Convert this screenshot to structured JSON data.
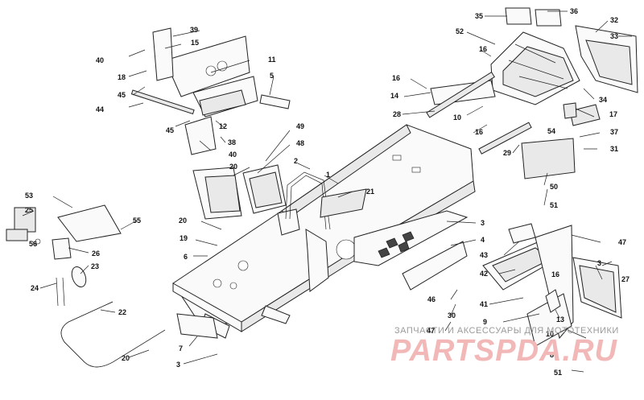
{
  "watermark": {
    "caption": "ЗАПЧАСТИ И АКСЕССУАРЫ ДЛЯ МОТОТЕХНИКИ",
    "brand": "PARTSPDA.RU"
  },
  "callouts": [
    {
      "id": "c1",
      "text": "1"
    },
    {
      "id": "c2",
      "text": "2"
    },
    {
      "id": "c3a",
      "text": "3"
    },
    {
      "id": "c3b",
      "text": "3"
    },
    {
      "id": "c3c",
      "text": "3"
    },
    {
      "id": "c4",
      "text": "4"
    },
    {
      "id": "c5",
      "text": "5"
    },
    {
      "id": "c6",
      "text": "6"
    },
    {
      "id": "c7",
      "text": "7"
    },
    {
      "id": "c8",
      "text": "8"
    },
    {
      "id": "c9",
      "text": "9"
    },
    {
      "id": "c10a",
      "text": "10"
    },
    {
      "id": "c10b",
      "text": "10"
    },
    {
      "id": "c11",
      "text": "11"
    },
    {
      "id": "c12",
      "text": "12"
    },
    {
      "id": "c13",
      "text": "13"
    },
    {
      "id": "c14",
      "text": "14"
    },
    {
      "id": "c15",
      "text": "15"
    },
    {
      "id": "c16a",
      "text": "16"
    },
    {
      "id": "c16b",
      "text": "16"
    },
    {
      "id": "c16c",
      "text": "16"
    },
    {
      "id": "c16d",
      "text": "16"
    },
    {
      "id": "c17",
      "text": "17"
    },
    {
      "id": "c18",
      "text": "18"
    },
    {
      "id": "c19",
      "text": "19"
    },
    {
      "id": "c20a",
      "text": "20"
    },
    {
      "id": "c20b",
      "text": "20"
    },
    {
      "id": "c20c",
      "text": "20"
    },
    {
      "id": "c21",
      "text": "21"
    },
    {
      "id": "c22",
      "text": "22"
    },
    {
      "id": "c23",
      "text": "23"
    },
    {
      "id": "c24",
      "text": "24"
    },
    {
      "id": "c25",
      "text": "25"
    },
    {
      "id": "c26",
      "text": "26"
    },
    {
      "id": "c27",
      "text": "27"
    },
    {
      "id": "c28",
      "text": "28"
    },
    {
      "id": "c29",
      "text": "29"
    },
    {
      "id": "c30",
      "text": "30"
    },
    {
      "id": "c31",
      "text": "31"
    },
    {
      "id": "c32",
      "text": "32"
    },
    {
      "id": "c33",
      "text": "33"
    },
    {
      "id": "c34",
      "text": "34"
    },
    {
      "id": "c35",
      "text": "35"
    },
    {
      "id": "c36",
      "text": "36"
    },
    {
      "id": "c37",
      "text": "37"
    },
    {
      "id": "c38",
      "text": "38"
    },
    {
      "id": "c39",
      "text": "39"
    },
    {
      "id": "c40a",
      "text": "40"
    },
    {
      "id": "c40b",
      "text": "40"
    },
    {
      "id": "c41",
      "text": "41"
    },
    {
      "id": "c42",
      "text": "42"
    },
    {
      "id": "c43",
      "text": "43"
    },
    {
      "id": "c44",
      "text": "44"
    },
    {
      "id": "c45a",
      "text": "45"
    },
    {
      "id": "c45b",
      "text": "45"
    },
    {
      "id": "c46",
      "text": "46"
    },
    {
      "id": "c47a",
      "text": "47"
    },
    {
      "id": "c47b",
      "text": "47"
    },
    {
      "id": "c48",
      "text": "48"
    },
    {
      "id": "c49",
      "text": "49"
    },
    {
      "id": "c50",
      "text": "50"
    },
    {
      "id": "c51a",
      "text": "51"
    },
    {
      "id": "c51b",
      "text": "51"
    },
    {
      "id": "c52",
      "text": "52"
    },
    {
      "id": "c53",
      "text": "53"
    },
    {
      "id": "c54",
      "text": "54"
    },
    {
      "id": "c55",
      "text": "55"
    },
    {
      "id": "c56",
      "text": "56"
    }
  ]
}
